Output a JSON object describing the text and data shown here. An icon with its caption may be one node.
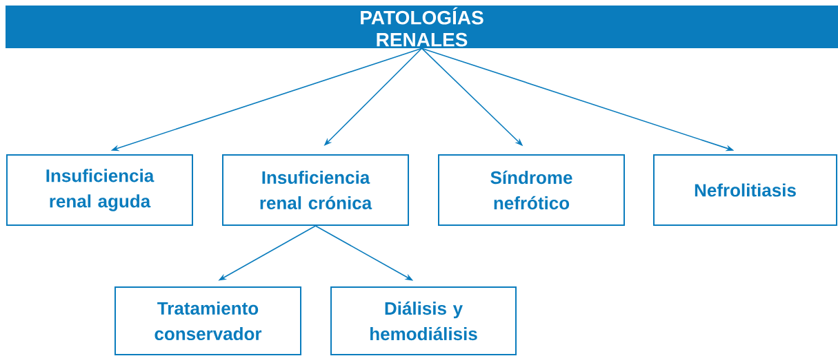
{
  "diagram": {
    "nodes": [
      {
        "text": [
          "PATOLOGÍAS RENALES"
        ]
      },
      {
        "text": [
          "Insuficiencia renal aguda"
        ]
      },
      {
        "text": [
          "Insuficiencia renal crónica"
        ]
      },
      {
        "text": [
          "Síndrome nefrótico"
        ]
      },
      {
        "text": [
          "Nefrolitiasis"
        ]
      },
      {
        "text": [
          "Tratamiento conservador"
        ]
      },
      {
        "text": [
          "Diálisis y hemodiálisis"
        ]
      }
    ],
    "edges": [
      {
        "from": 0,
        "to": 1,
        "arrow": "to"
      },
      {
        "from": 0,
        "to": 2,
        "arrow": "to"
      },
      {
        "from": 0,
        "to": 3,
        "arrow": "to"
      },
      {
        "from": 0,
        "to": 4,
        "arrow": "to"
      },
      {
        "from": 2,
        "to": 5,
        "arrow": "to"
      },
      {
        "from": 2,
        "to": 6,
        "arrow": "to"
      }
    ]
  }
}
